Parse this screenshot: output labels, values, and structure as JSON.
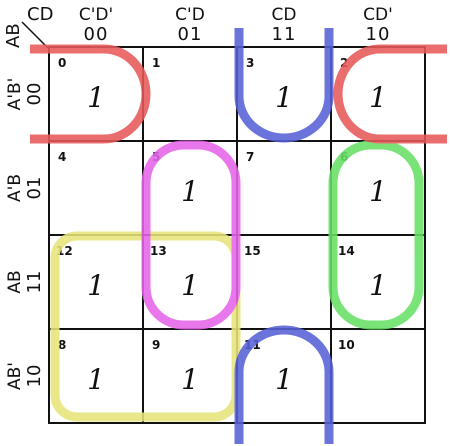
{
  "axis_labels": {
    "row_var": "AB",
    "col_var": "CD"
  },
  "columns": [
    {
      "term": "C'D'",
      "code": "00"
    },
    {
      "term": "C'D",
      "code": "01"
    },
    {
      "term": "CD",
      "code": "11"
    },
    {
      "term": "CD'",
      "code": "10"
    }
  ],
  "rows": [
    {
      "term": "A'B'",
      "code": "00"
    },
    {
      "term": "A'B",
      "code": "01"
    },
    {
      "term": "AB",
      "code": "11"
    },
    {
      "term": "AB'",
      "code": "10"
    }
  ],
  "cells": [
    [
      "0",
      "1",
      "3",
      "2"
    ],
    [
      "4",
      "5",
      "7",
      "6"
    ],
    [
      "12",
      "13",
      "15",
      "14"
    ],
    [
      "8",
      "9",
      "11",
      "10"
    ]
  ],
  "values": [
    [
      "1",
      "",
      "1",
      "1"
    ],
    [
      "",
      "1",
      "",
      "1"
    ],
    [
      "1",
      "1",
      "",
      "1"
    ],
    [
      "1",
      "1",
      "1",
      ""
    ]
  ],
  "groups": [
    {
      "id": "red",
      "color": "#e8595a",
      "cells": [
        "0",
        "2"
      ]
    },
    {
      "id": "magenta",
      "color": "#e565ea",
      "cells": [
        "5",
        "13"
      ]
    },
    {
      "id": "green",
      "color": "#67e066",
      "cells": [
        "6",
        "14"
      ]
    },
    {
      "id": "yellow",
      "color": "#e6e47a",
      "cells": [
        "12",
        "13",
        "8",
        "9"
      ]
    },
    {
      "id": "blue",
      "color": "#5661d6",
      "cells": [
        "3",
        "11"
      ]
    }
  ]
}
